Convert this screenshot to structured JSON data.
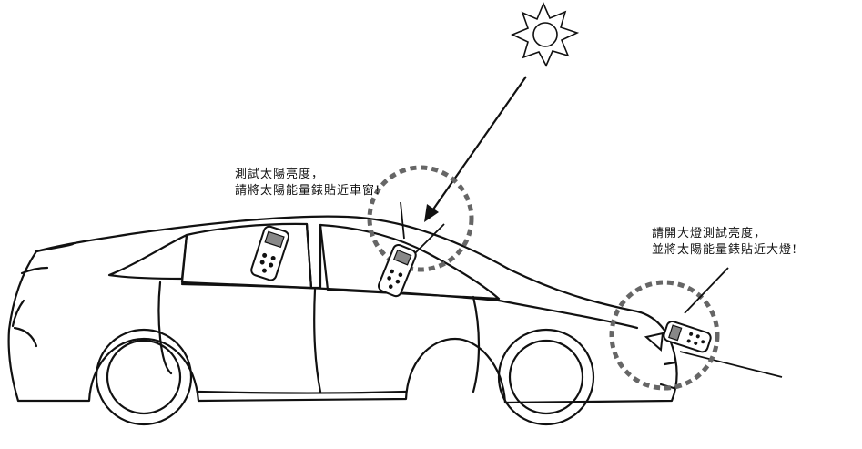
{
  "captions": {
    "window": {
      "line1": "測試太陽亮度，",
      "line2": "請將太陽能量錶貼近車窗!"
    },
    "headlight": {
      "line1": "請開大燈測試亮度，",
      "line2": "並將太陽能量錶貼近大燈!"
    }
  },
  "colors": {
    "ink": "#111111",
    "highlight_ring": "#666666",
    "background": "#ffffff"
  },
  "icons": [
    "sun-icon",
    "solar-power-meter-icon"
  ]
}
